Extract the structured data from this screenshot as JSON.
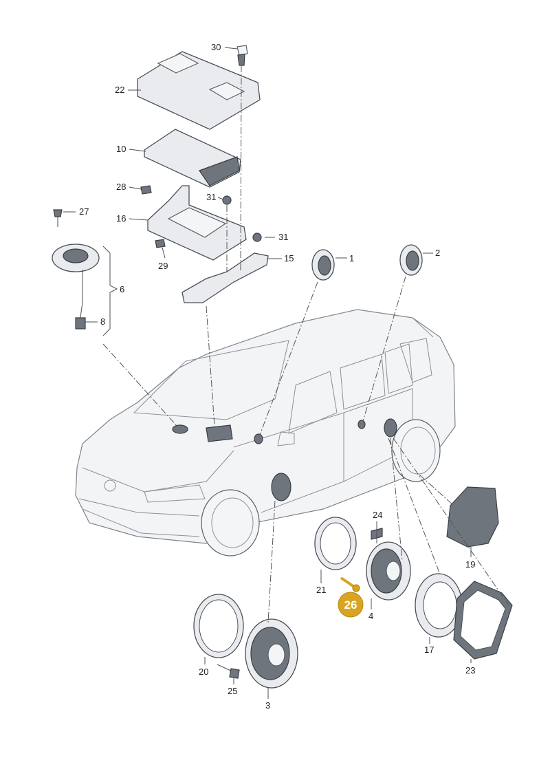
{
  "labels": {
    "l1": "1",
    "l2": "2",
    "l3": "3",
    "l4": "4",
    "l6": "6",
    "l8": "8",
    "l10": "10",
    "l15": "15",
    "l16": "16",
    "l17": "17",
    "l19": "19",
    "l20": "20",
    "l21": "21",
    "l22": "22",
    "l23": "23",
    "l24": "24",
    "l25": "25",
    "l27": "27",
    "l28": "28",
    "l29": "29",
    "l30": "30",
    "l31a": "31",
    "l31b": "31"
  },
  "highlight": {
    "label": "26",
    "color": "#d9a521"
  }
}
